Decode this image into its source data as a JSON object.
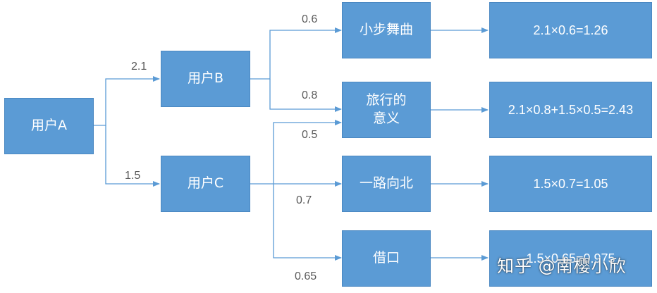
{
  "nodes": {
    "user_a": "用户A",
    "user_b": "用户B",
    "user_c": "用户C",
    "song1": "小步舞曲",
    "song2": "旅行的\n意义",
    "song3": "一路向北",
    "song4": "借口",
    "score1": "2.1×0.6=1.26",
    "score2": "2.1×0.8+1.5×0.5=2.43",
    "score3": "1.5×0.7=1.05",
    "score4": "1.5×0.65=0.975"
  },
  "weights": {
    "a_b": "2.1",
    "a_c": "1.5",
    "b_song1": "0.6",
    "b_song2": "0.8",
    "c_song2": "0.5",
    "c_song3": "0.7",
    "c_song4": "0.65"
  },
  "watermark": "知乎 @南樱小欣",
  "colors": {
    "box_fill": "#5b9bd5",
    "edge": "#5b9bd5",
    "label_text": "#595959"
  }
}
